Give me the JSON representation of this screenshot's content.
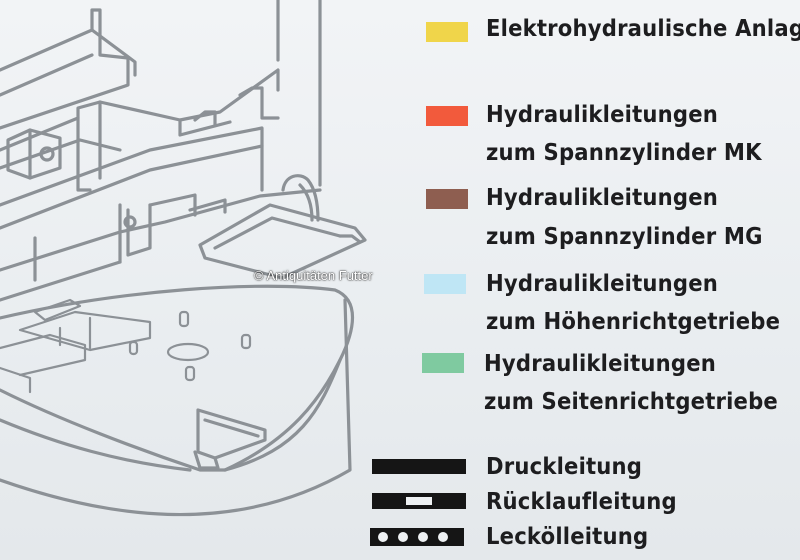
{
  "legend": {
    "colors": [
      {
        "lines": [
          "Elektrohydraulische  Anlage"
        ],
        "color": "#f0d54a"
      },
      {
        "lines": [
          "Hydraulikleitungen",
          "zum Spannzylinder  MK"
        ],
        "color": "#f25a3c"
      },
      {
        "lines": [
          "Hydraulikleitungen",
          "zum Spannzylinder  MG"
        ],
        "color": "#8e5e50"
      },
      {
        "lines": [
          "Hydraulikleitungen",
          "zum Höhenrichtgetriebe"
        ],
        "color": "#bfe6f5"
      },
      {
        "lines": [
          "Hydraulikleitungen",
          "zum Seitenrichtgetriebe"
        ],
        "color": "#7fcaa0"
      }
    ],
    "line_types": [
      {
        "label": "Druckleitung",
        "icon": "solid-line-icon"
      },
      {
        "label": "Rücklaufleitung",
        "icon": "slotted-line-icon"
      },
      {
        "label": "Leckölleitung",
        "icon": "dotted-line-icon"
      }
    ]
  },
  "watermark": "© Antiquitäten Futter"
}
